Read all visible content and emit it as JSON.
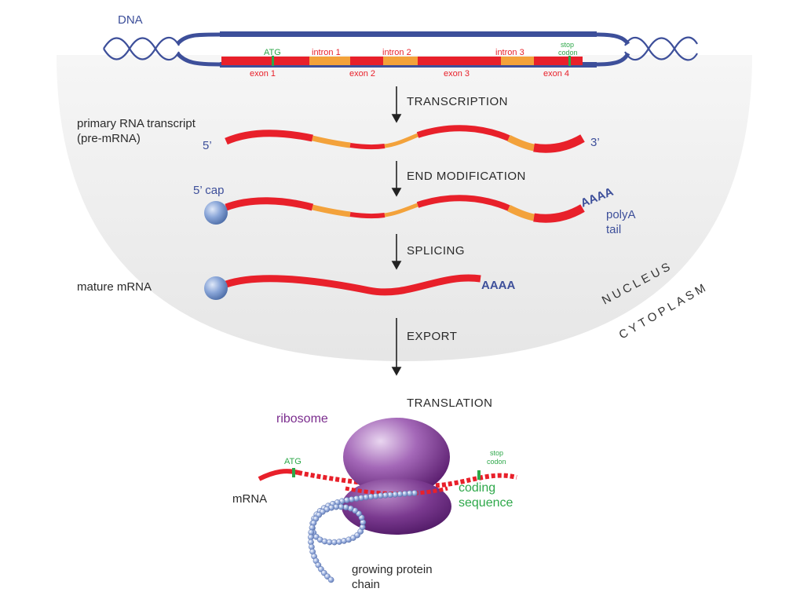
{
  "dna": {
    "label": "DNA",
    "start_codon": "ATG",
    "stop_codon_line1": "stop",
    "stop_codon_line2": "codon",
    "introns": [
      "intron 1",
      "intron 2",
      "intron 3"
    ],
    "exons": [
      "exon 1",
      "exon 2",
      "exon 3",
      "exon 4"
    ]
  },
  "steps": {
    "transcription": "TRANSCRIPTION",
    "end_modification": "END MODIFICATION",
    "splicing": "SPLICING",
    "export": "EXPORT",
    "translation": "TRANSLATION"
  },
  "pre_mrna": {
    "label_line1": "primary RNA transcript",
    "label_line2": "(pre-mRNA)",
    "five_prime": "5’",
    "three_prime": "3’"
  },
  "modified": {
    "cap_label": "5’ cap",
    "poly_a_seq": "AAAA",
    "poly_a_line1": "polyA",
    "poly_a_line2": "tail"
  },
  "mature": {
    "label": "mature mRNA",
    "poly_a_seq": "AAAA"
  },
  "regions": {
    "nucleus": "NUCLEUS",
    "cytoplasm": "CYTOPLASM"
  },
  "translation": {
    "ribosome": "ribosome",
    "mrna": "mRNA",
    "start_codon": "ATG",
    "stop_codon_line1": "stop",
    "stop_codon_line2": "codon",
    "coding_line1": "coding",
    "coding_line2": "sequence",
    "protein_line1": "growing protein",
    "protein_line2": "chain"
  },
  "colors": {
    "exon": "#e8202a",
    "intron": "#f3a23b",
    "dna_backbone": "#3d4f9a",
    "start_stop": "#2ea84a",
    "cap_ball": "#7f9fd4",
    "ribosome": "#7b2d8e",
    "protein_bead": "#8fa7dc",
    "nucleus_fill": "#ececec"
  }
}
